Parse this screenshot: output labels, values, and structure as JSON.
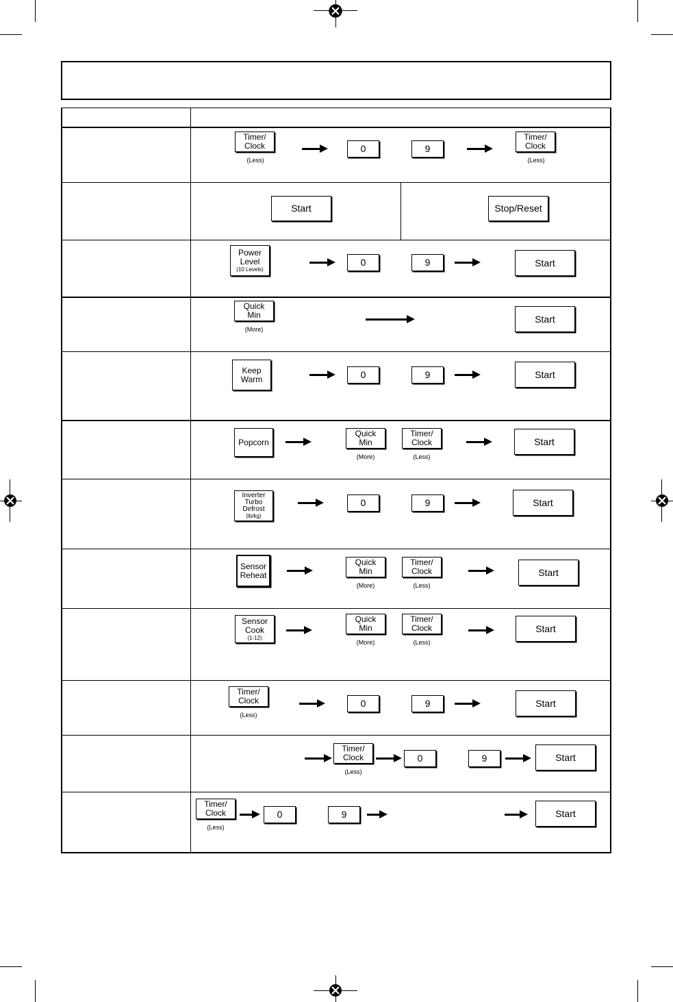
{
  "keys": {
    "timer_clock_1": "Timer/",
    "timer_clock_2": "Clock",
    "less": "(Less)",
    "more": "(More)",
    "zero": "0",
    "nine": "9",
    "start": "Start",
    "stop_reset": "Stop/Reset",
    "power_1": "Power",
    "power_2": "Level",
    "power_3": "(10 Levels)",
    "quick_1": "Quick",
    "quick_2": "Min",
    "keep_1": "Keep",
    "keep_2": "Warm",
    "popcorn": "Popcorn",
    "defrost_1": "Inverter",
    "defrost_2": "Turbo",
    "defrost_3": "Defrost",
    "defrost_4": "(lb/kg)",
    "reheat_1": "Sensor",
    "reheat_2": "Reheat",
    "cook_1": "Sensor",
    "cook_2": "Cook",
    "cook_3": "(1-12)"
  }
}
